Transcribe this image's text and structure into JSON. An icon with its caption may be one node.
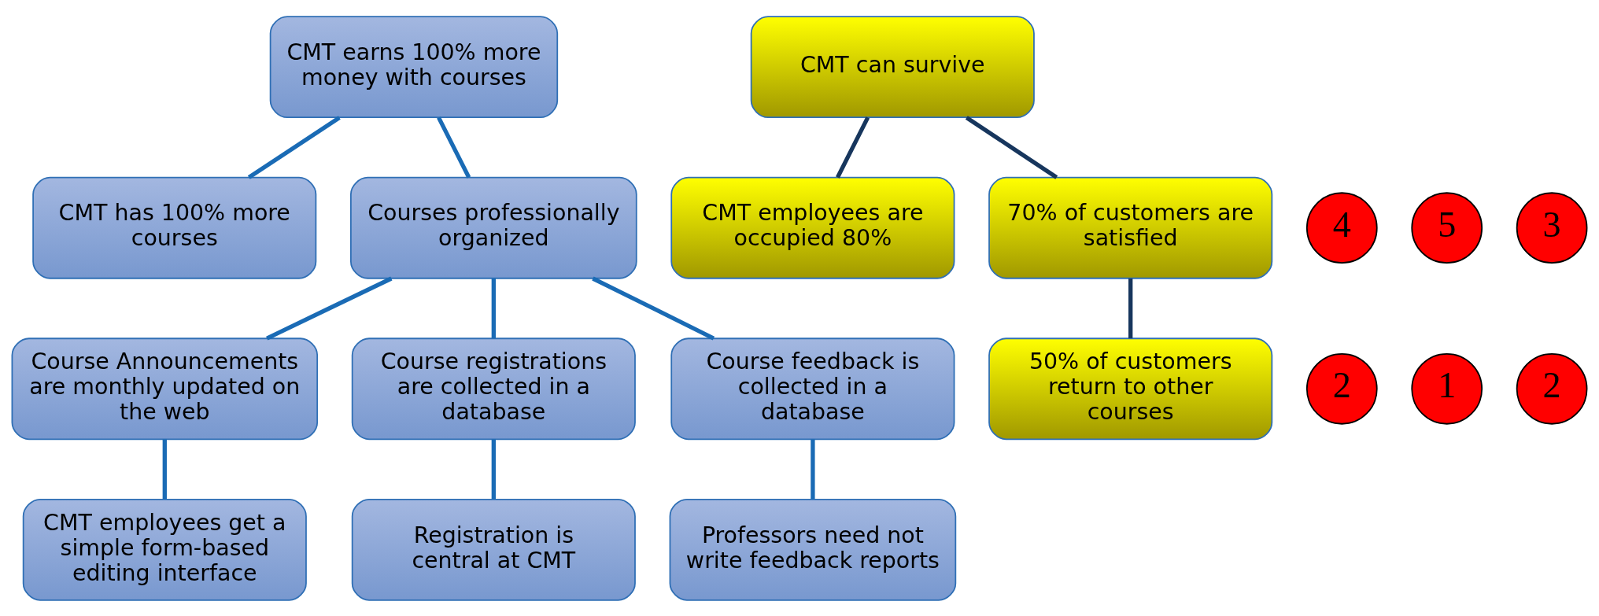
{
  "diagram": {
    "nodes": [
      {
        "text": [
          "CMT earns 100% more money with courses"
        ]
      },
      {
        "text": [
          "CMT has 100% more courses"
        ]
      },
      {
        "text": [
          "Courses professionally organized"
        ]
      },
      {
        "text": [
          "Course Announcements are monthly updated on the web"
        ]
      },
      {
        "text": [
          "Course registrations are collected in a database"
        ]
      },
      {
        "text": [
          "Course feedback is collected in a database"
        ]
      },
      {
        "text": [
          "CMT employees get a simple form-based editing interface"
        ]
      },
      {
        "text": [
          "Registration is central at CMT"
        ]
      },
      {
        "text": [
          "Professors need not write feedback reports"
        ]
      },
      {
        "text": [
          "CMT can survive"
        ]
      },
      {
        "text": [
          "CMT employees are occupied 80%"
        ]
      },
      {
        "text": [
          "70% of customers are satisfied"
        ]
      },
      {
        "text": [
          "50% of customers return to other courses"
        ]
      },
      {
        "text": [
          "4"
        ]
      },
      {
        "text": [
          "2"
        ]
      },
      {
        "text": [
          "1"
        ]
      },
      {
        "text": [
          "5"
        ]
      },
      {
        "text": [
          "3"
        ]
      },
      {
        "text": [
          "2"
        ]
      }
    ],
    "edges": [
      {
        "from": 0,
        "to": 1,
        "arrow": "none"
      },
      {
        "from": 0,
        "to": 2,
        "arrow": "none"
      },
      {
        "from": 2,
        "to": 3,
        "arrow": "none"
      },
      {
        "from": 2,
        "to": 4,
        "arrow": "none"
      },
      {
        "from": 2,
        "to": 5,
        "arrow": "none"
      },
      {
        "from": 3,
        "to": 6,
        "arrow": "none"
      },
      {
        "from": 4,
        "to": 7,
        "arrow": "none"
      },
      {
        "from": 5,
        "to": 8,
        "arrow": "none"
      },
      {
        "from": 9,
        "to": 10,
        "arrow": "none",
        "color": "#17365d"
      },
      {
        "from": 9,
        "to": 11,
        "arrow": "none",
        "color": "#17365d"
      },
      {
        "from": 11,
        "to": 12,
        "arrow": "none",
        "color": "#17365d"
      }
    ]
  }
}
